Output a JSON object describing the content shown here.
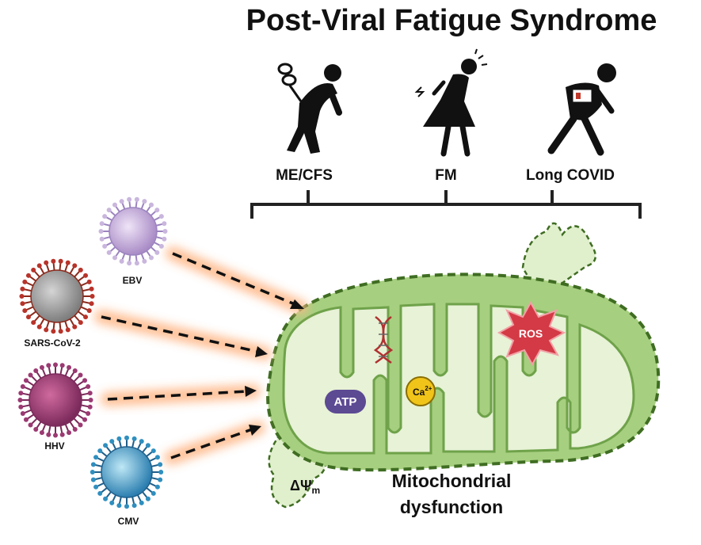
{
  "title": "Post-Viral Fatigue Syndrome",
  "conditions": [
    {
      "label": "ME/CFS",
      "icon": "bent-wound-up-figure-icon"
    },
    {
      "label": "FM",
      "icon": "pain-woman-figure-icon"
    },
    {
      "label": "Long COVID",
      "icon": "low-battery-figure-icon"
    }
  ],
  "viruses": [
    {
      "label": "EBV",
      "color": "#b9a3d0"
    },
    {
      "label": "SARS-CoV-2",
      "color": "#9a9a9a"
    },
    {
      "label": "HHV",
      "color": "#9b3a72"
    },
    {
      "label": "CMV",
      "color": "#2f8fbf"
    }
  ],
  "mito": {
    "label_line1": "Mitochondrial",
    "label_line2": "dysfunction",
    "atp": "ATP",
    "ros": "ROS",
    "ca_base": "Ca",
    "ca_sup": "2+",
    "psi_base": "ΔΨ",
    "psi_sub": "m"
  },
  "colors": {
    "membrane_fill": "#a6cf7f",
    "membrane_stroke": "#3f6d22",
    "matrix": "#e7f2d6",
    "atp": "#5c4a93",
    "ros": "#d33a45",
    "calcium": "#f0c419",
    "glow": "#ffb98a"
  }
}
